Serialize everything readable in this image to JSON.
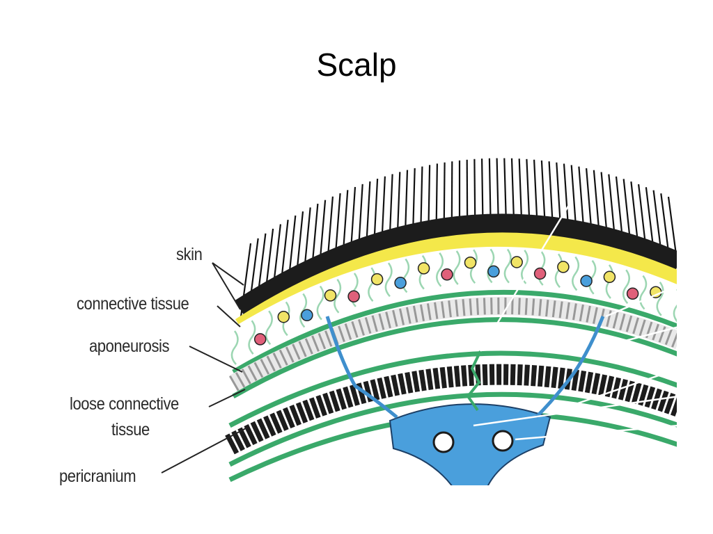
{
  "slide": {
    "title": "Scalp"
  },
  "labels": {
    "skin": "skin",
    "connective_tissue": "connective tissue",
    "aponeurosis": "aponeurosis",
    "loose_connective_line1": "loose connective",
    "loose_connective_line2": "tissue",
    "pericranium": "pericranium"
  },
  "colors": {
    "skin_yellow": "#f4e84a",
    "connective_green": "#63c48a",
    "aponeurosis_green": "#3aa96a",
    "bone_black": "#1c1c1c",
    "blood_blue": "#4a9fdc",
    "vessel_pink": "#e0607a",
    "vessel_yellow": "#f1e466"
  }
}
